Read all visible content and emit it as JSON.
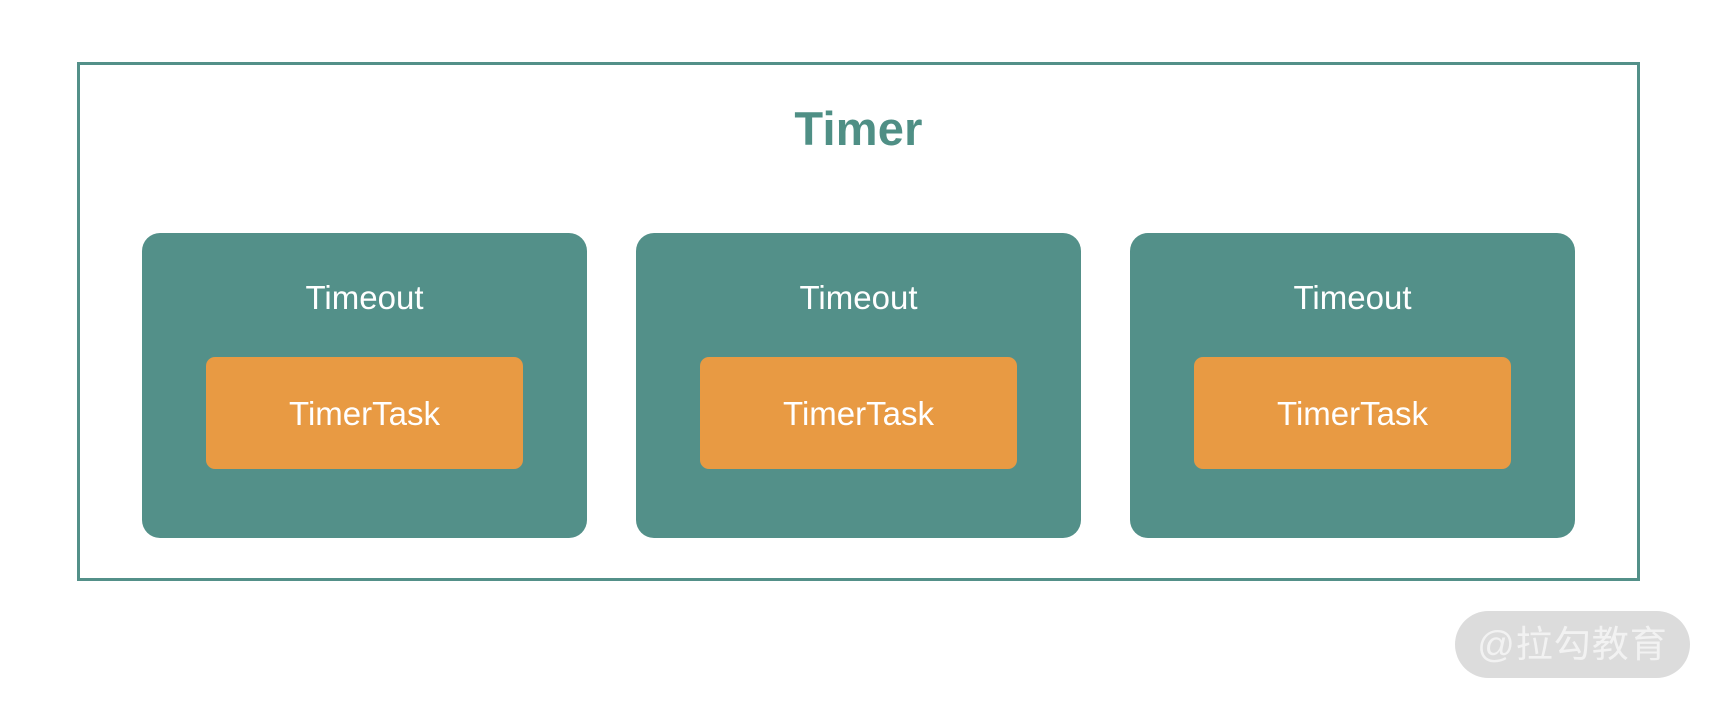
{
  "diagram": {
    "title": "Timer",
    "colors": {
      "frame_border": "#539089",
      "title_text": "#4f8f85",
      "panel_fill": "#539089",
      "task_fill": "#e89a43",
      "label_text": "#ffffff",
      "background": "#ffffff",
      "watermark_pill": "#dcdcdc",
      "watermark_text": "#f2f2f2"
    },
    "panels": [
      {
        "label": "Timeout",
        "task_label": "TimerTask"
      },
      {
        "label": "Timeout",
        "task_label": "TimerTask"
      },
      {
        "label": "Timeout",
        "task_label": "TimerTask"
      }
    ]
  },
  "watermark": {
    "text": "@拉勾教育"
  }
}
